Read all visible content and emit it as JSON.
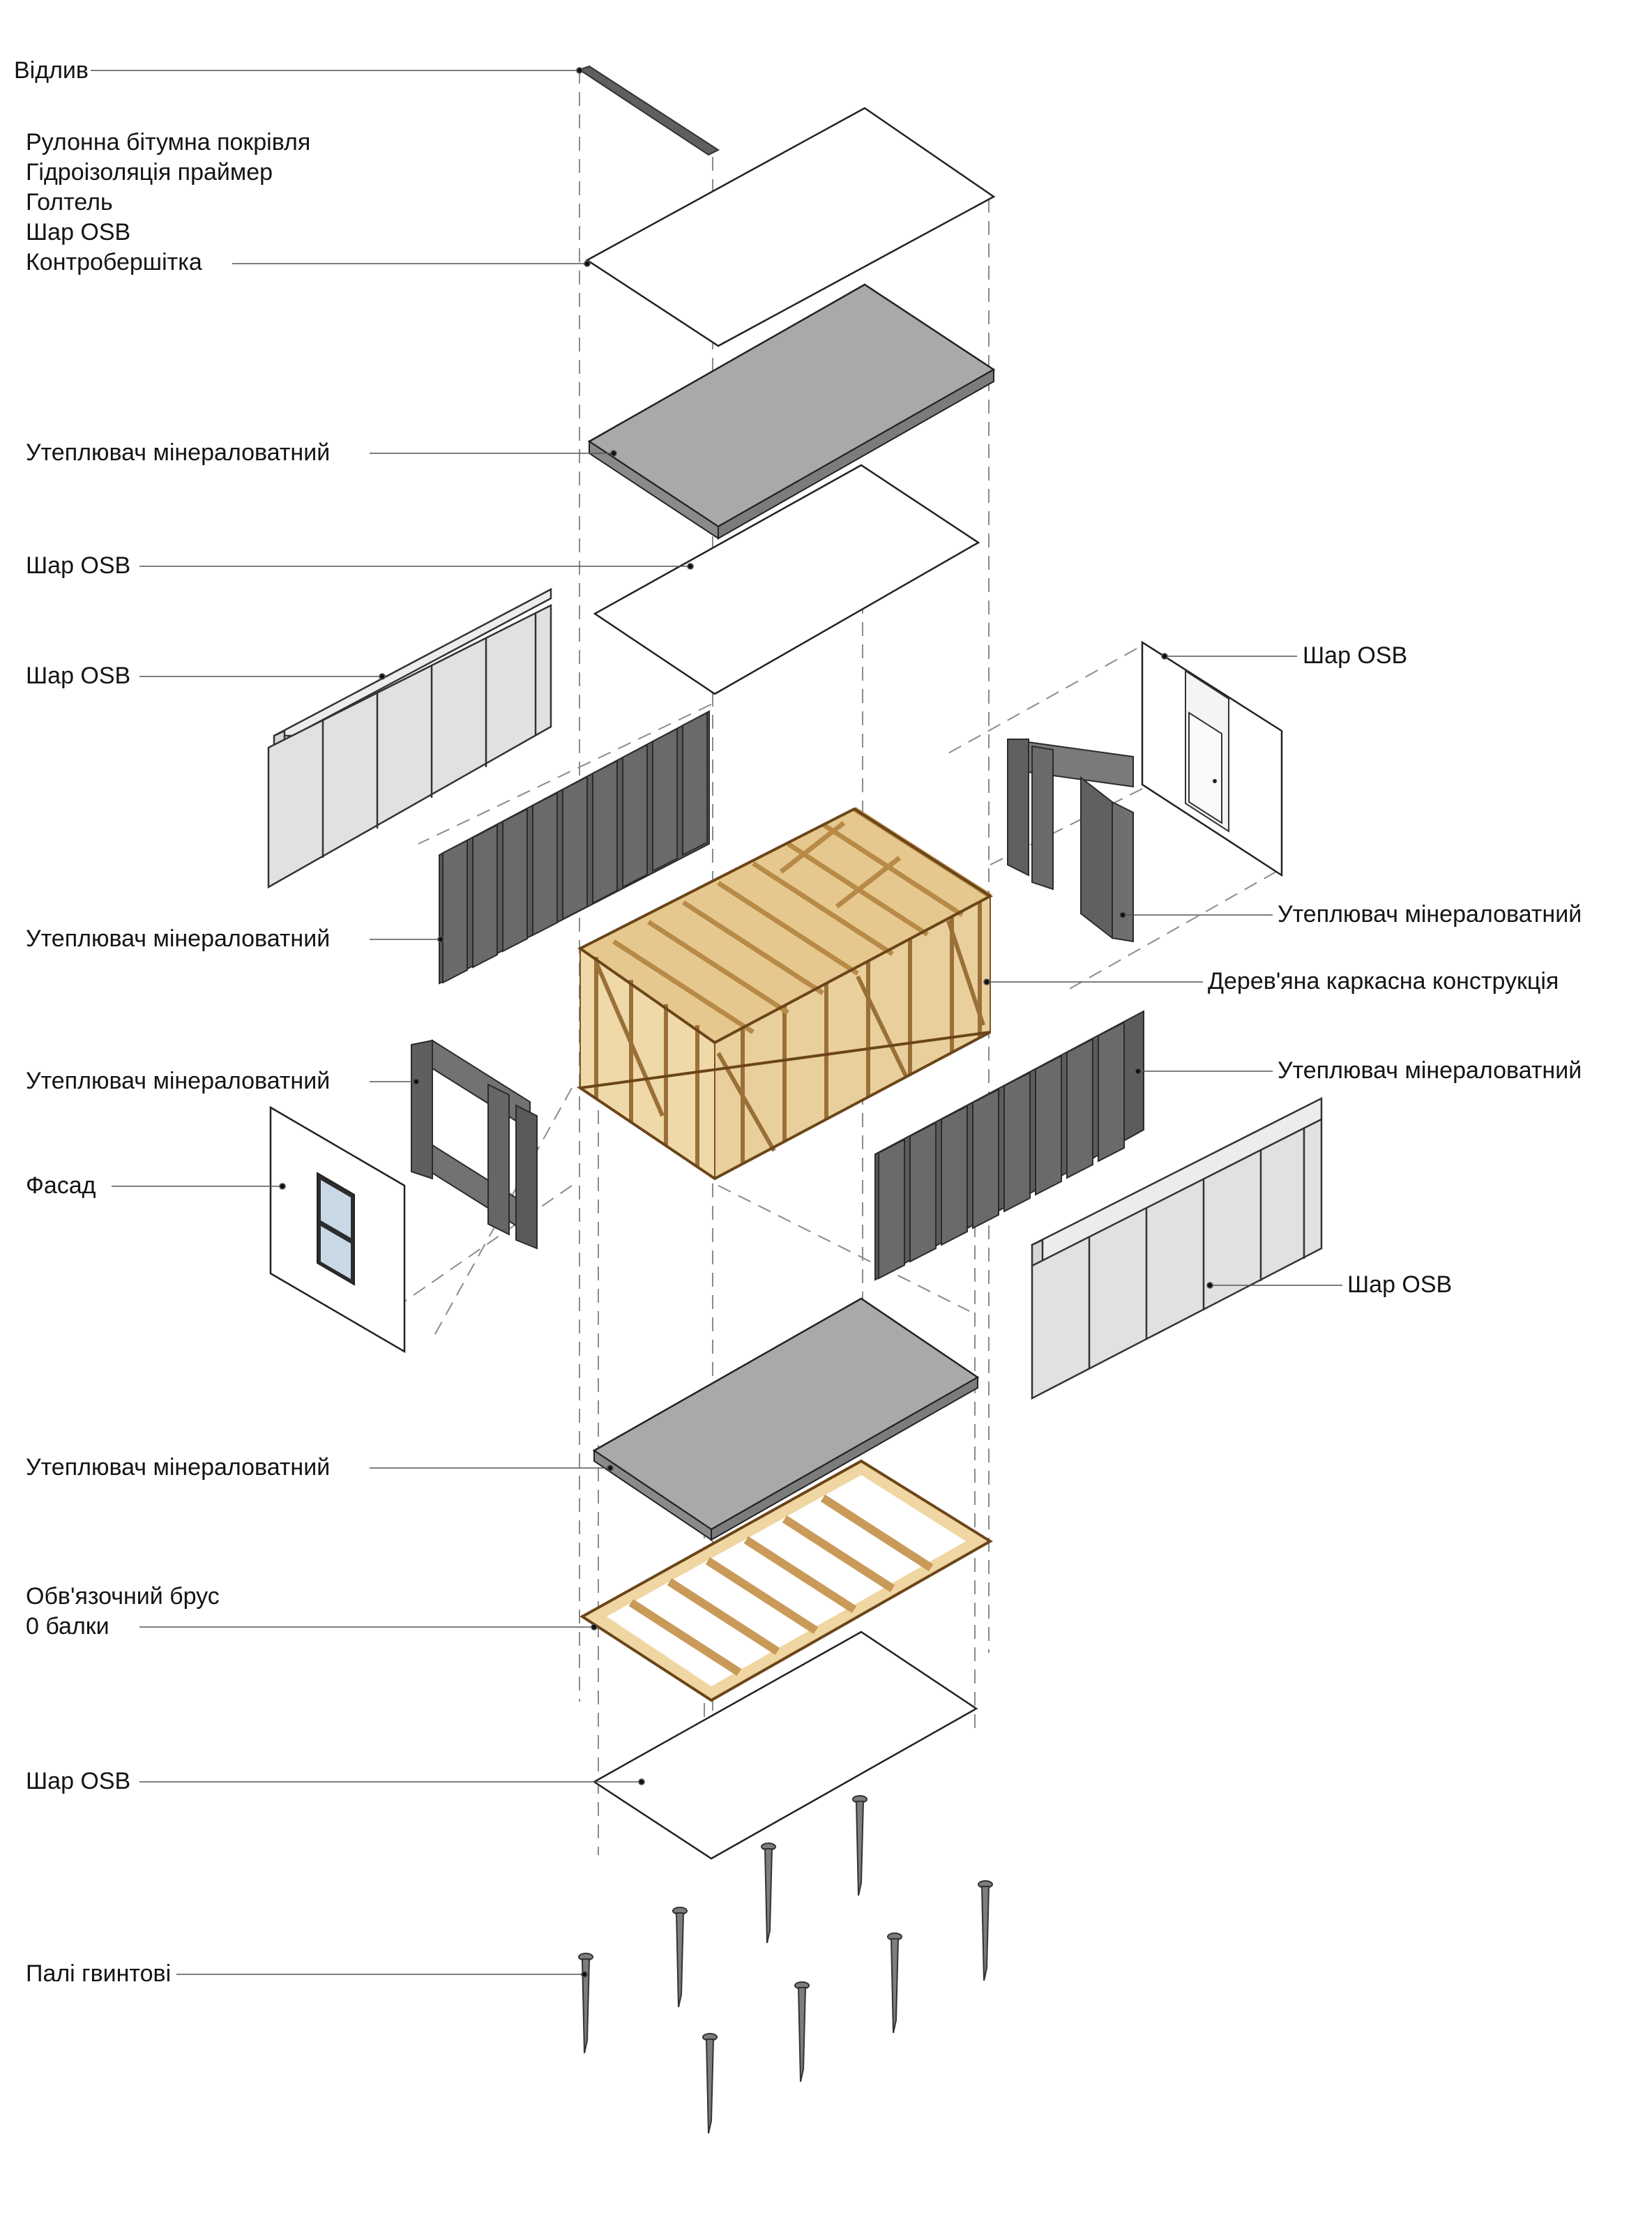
{
  "diagram": {
    "colors": {
      "background": "#ffffff",
      "insulation_dark": "#5d5d5d",
      "insulation_slab": "#a7a7a7",
      "osb_panel": "#e4e4e4",
      "timber": "#e9cf9f",
      "timber_dark": "#b4894e",
      "leader_line": "#555555",
      "guide_dash": "#8c8c8c",
      "text": "#141414"
    },
    "labels": {
      "vidlyv": "Відлив",
      "roof_stack": [
        "Рулонна бітумна покрівля",
        "Гідроізоляція праймер",
        "Голтель",
        "Шар OSB",
        "Контробершітка"
      ],
      "roof_insulation": "Утеплювач мінераловатний",
      "roof_osb": "Шар OSB",
      "left_wall_osb": "Шар OSB",
      "left_wall_insulation": "Утеплювач мінераловатний",
      "front_wall_insulation": "Утеплювач мінераловатний",
      "facade": "Фасад",
      "floor_insulation": "Утеплювач мінераловатний",
      "floor_frame": [
        "Обв'язочний брус",
        "0 балки"
      ],
      "floor_osb": "Шар OSB",
      "piles": "Палі гвинтові",
      "back_wall_osb": "Шар OSB",
      "back_wall_insulation": "Утеплювач мінераловатний",
      "frame": "Дерев'яна каркасна конструкція",
      "right_wall_insulation": "Утеплювач мінераловатний",
      "right_wall_osb": "Шар OSB"
    }
  }
}
